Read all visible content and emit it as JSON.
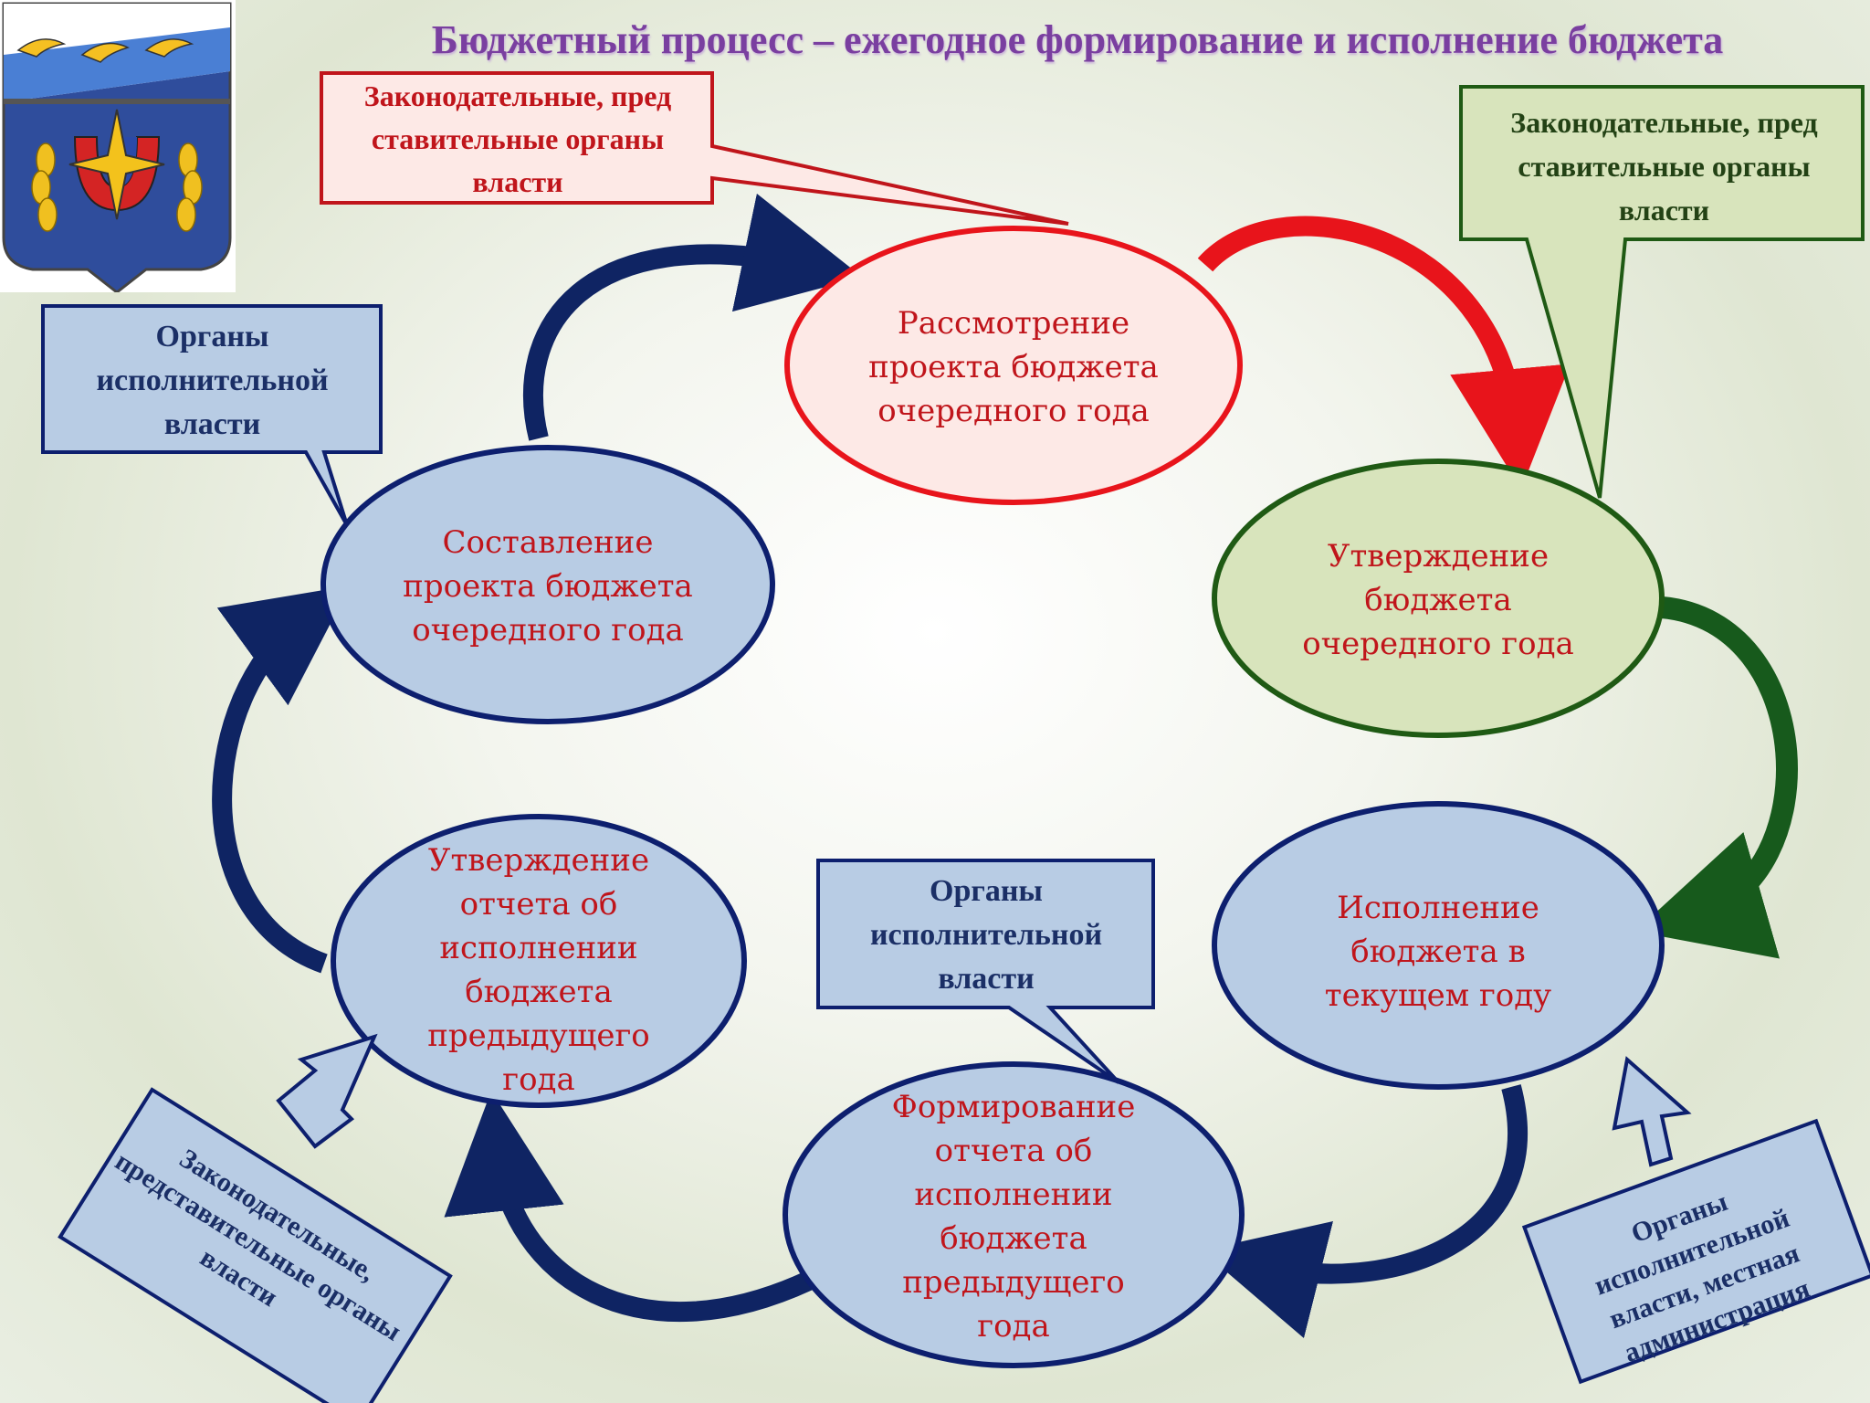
{
  "title": "Бюджетный процесс – ежегодное формирование и исполнение бюджета",
  "nodes": {
    "drafting": "Составление проекта бюджета очередного года",
    "review": "Рассмотрение проекта бюджета очередного года",
    "approval": "Утверждение бюджета очередного года",
    "execution": "Исполнение бюджета в текущем году",
    "report_forming": "Формирование отчета об исполнении бюджета предыдущего года",
    "report_approval": "Утверждение отчета об исполнении бюджета предыдущего года"
  },
  "callouts": {
    "exec_top_left": "Органы исполнительной власти",
    "legis_top_red": "Законодательные, пред ставительные органы власти",
    "legis_top_green": "Законодательные, пред ставительные органы власти",
    "exec_bottom_center": "Органы исполнительной власти",
    "legis_bottom_left": "Законодательные, представительные органы власти",
    "exec_bottom_right": "Органы исполнительной власти, местная администрация"
  },
  "colors": {
    "title": "#7a3fa0",
    "node_text": "#c0151b",
    "blue_fill": "#b8cce4",
    "blue_stroke": "#0d1f6e",
    "red_stroke": "#e8141b",
    "red_fill": "#fde9e6",
    "green_stroke": "#1f5a14",
    "green_fill": "#d8e4bc",
    "navy_arrow": "#0f2463",
    "green_arrow": "#175a1c"
  },
  "emblem": {
    "icon": "coat-of-arms-icon"
  }
}
